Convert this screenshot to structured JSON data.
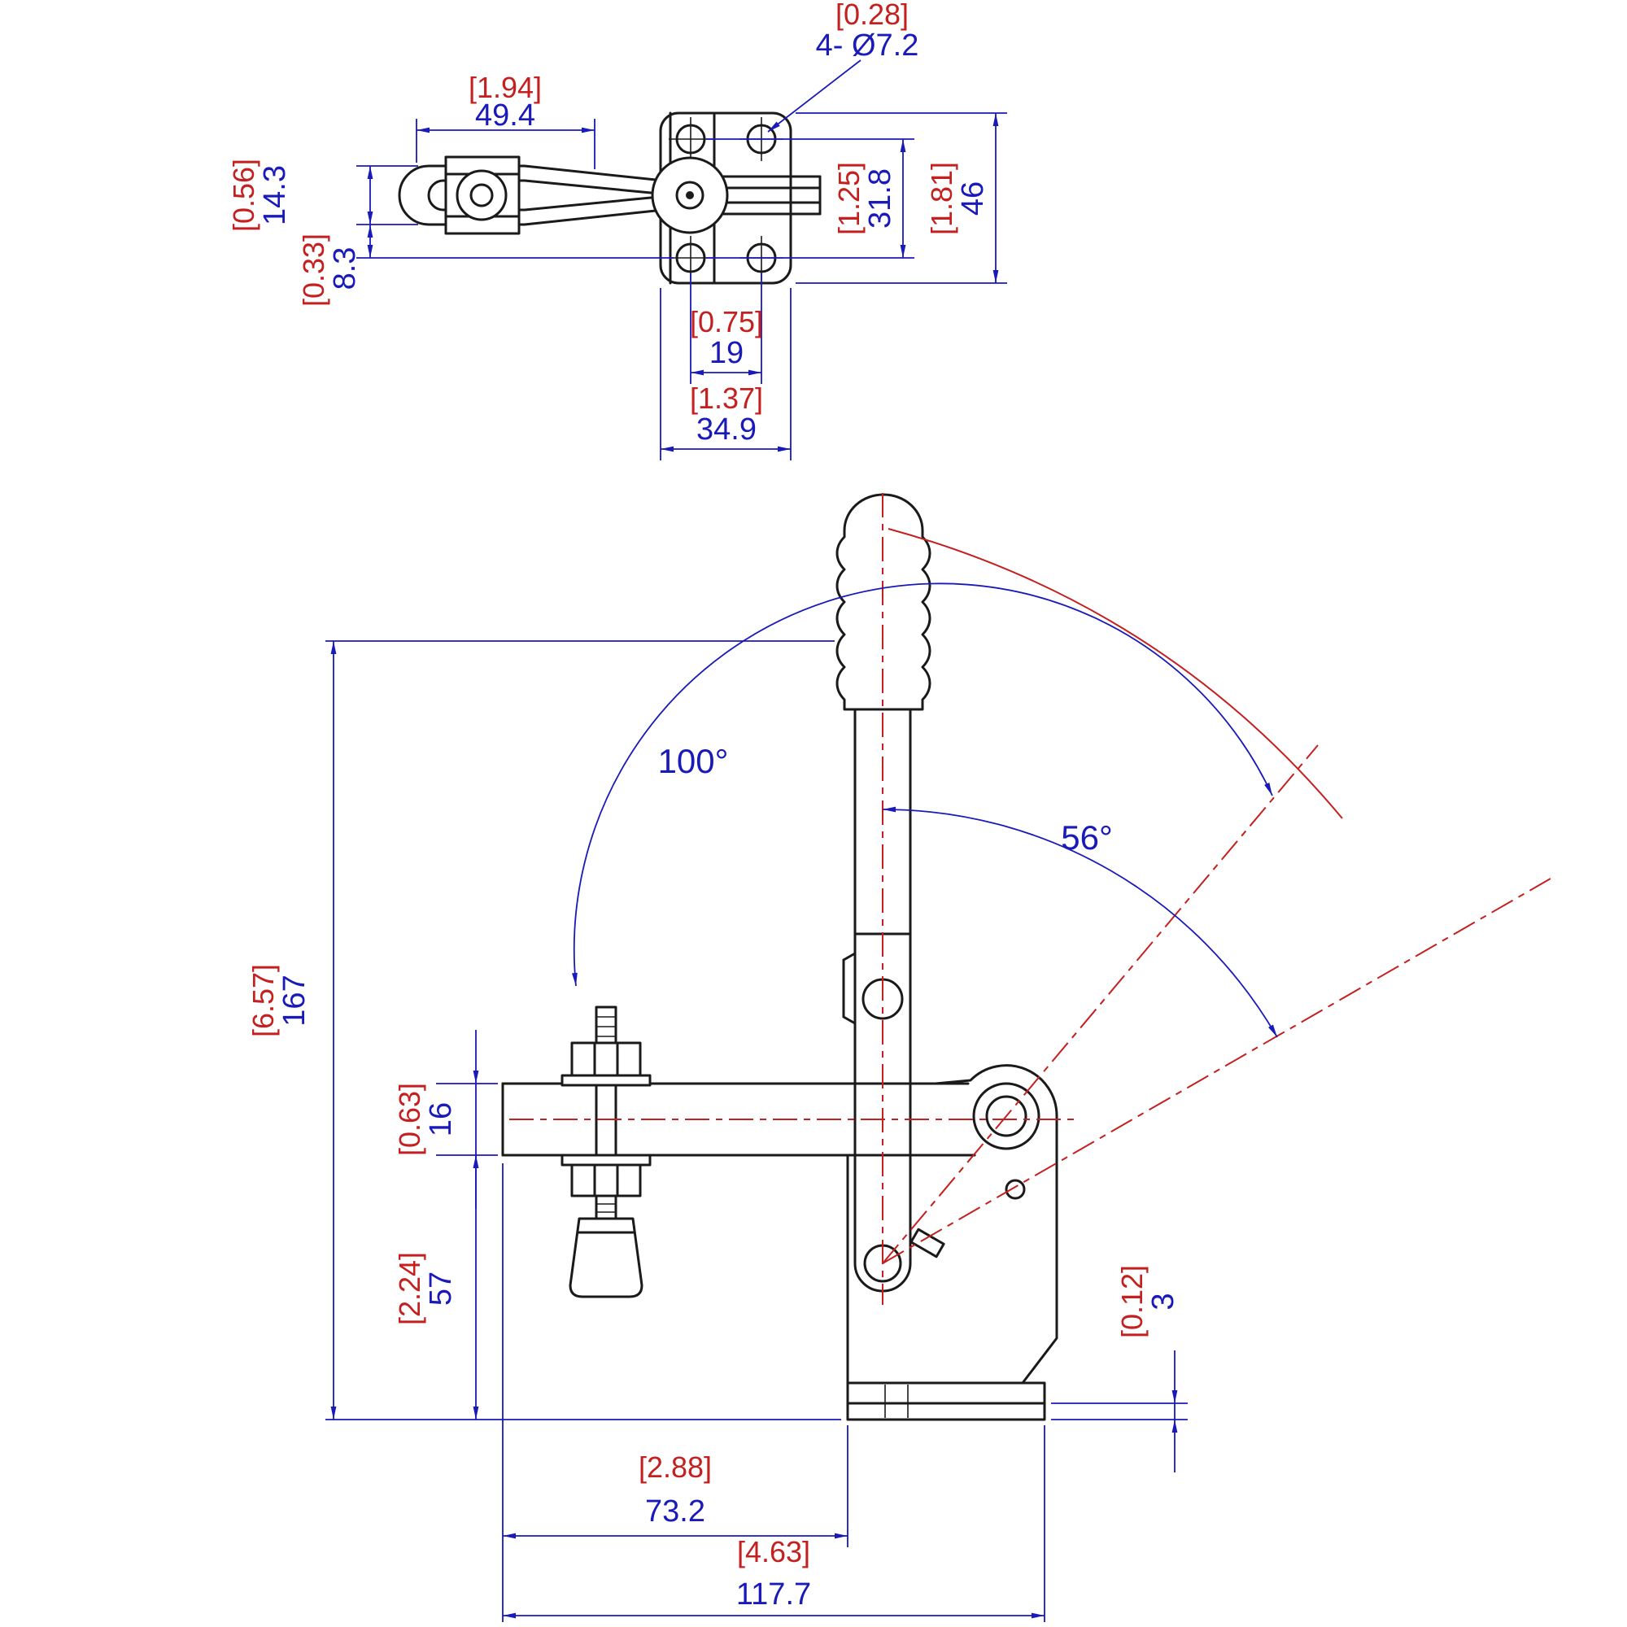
{
  "colors": {
    "blue": "#1a1ab8",
    "red": "#c42020",
    "ink": "#1a1a1a",
    "bg": "#ffffff"
  },
  "top_view": {
    "arm_width": {
      "inch": "[1.94]",
      "mm": "49.4"
    },
    "mount_holes": {
      "inch": "[0.28]",
      "mm": "4- Ø7.2"
    },
    "bar_thickness": {
      "inch": "[0.56]",
      "mm": "14.3"
    },
    "bar_offset": {
      "inch": "[0.33]",
      "mm": "8.3"
    },
    "hole_spacing_vertical": {
      "inch": "[1.25]",
      "mm": "31.8"
    },
    "base_height": {
      "inch": "[1.81]",
      "mm": "46"
    },
    "hole_spacing_horizontal": {
      "inch": "[0.75]",
      "mm": "19"
    },
    "base_width": {
      "inch": "[1.37]",
      "mm": "34.9"
    }
  },
  "side_view": {
    "overall_height": {
      "inch": "[6.57]",
      "mm": "167"
    },
    "bar_section": {
      "inch": "[0.63]",
      "mm": "16"
    },
    "bar_to_base": {
      "inch": "[2.24]",
      "mm": "57"
    },
    "base_lip": {
      "inch": "[0.12]",
      "mm": "3"
    },
    "bar_reach": {
      "inch": "[2.88]",
      "mm": "73.2"
    },
    "overall_length": {
      "inch": "[4.63]",
      "mm": "117.7"
    },
    "handle_angle": "100°",
    "bar_angle": "56°"
  }
}
